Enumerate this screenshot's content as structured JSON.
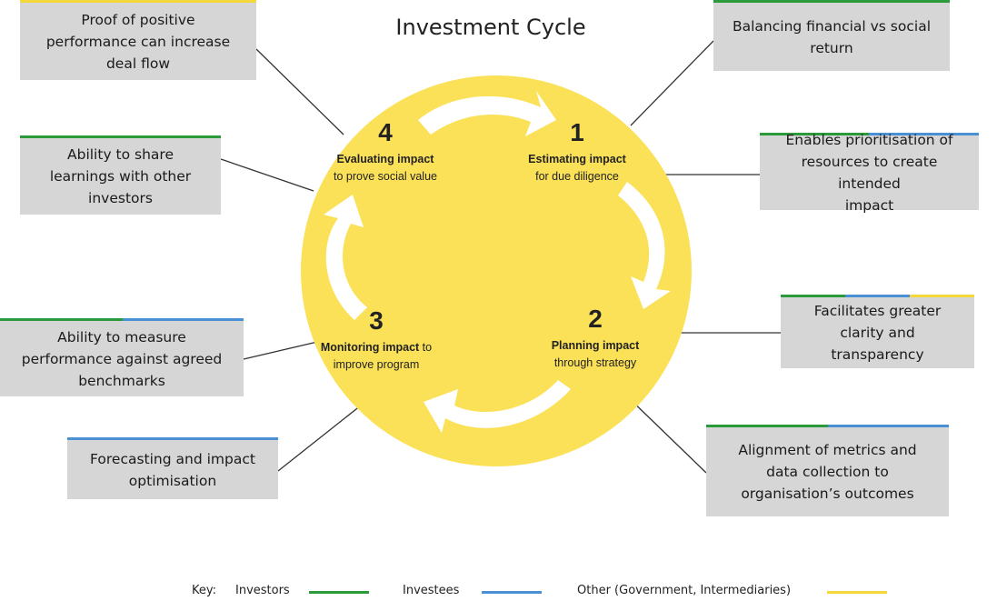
{
  "title": "Investment Cycle",
  "colors": {
    "investors": "#2a9a3a",
    "investees": "#4a90d4",
    "other": "#f2d83a",
    "circle": "#fbe158",
    "box": "#d6d6d6"
  },
  "stages": [
    {
      "number": "4",
      "label_bold": "Evaluating impact",
      "label_rest": "to prove social value"
    },
    {
      "number": "1",
      "label_bold": "Estimating impact",
      "label_rest": "for due diligence"
    },
    {
      "number": "3",
      "label_bold": "Monitoring impact",
      "label_rest": " to",
      "label_line2": "improve program"
    },
    {
      "number": "2",
      "label_bold": "Planning impact",
      "label_rest": "through strategy"
    }
  ],
  "boxes": {
    "proof": {
      "line1": "Proof of positive",
      "line2": "performance can increase",
      "line3": "deal flow"
    },
    "share": {
      "line1": "Ability to share",
      "line2": "learnings with other",
      "line3": "investors"
    },
    "measure": {
      "line1": "Ability to measure",
      "line2": "performance against agreed",
      "line3": "benchmarks"
    },
    "forecast": {
      "line1": "Forecasting and impact",
      "line2": "optimisation"
    },
    "balance": {
      "line1": "Balancing financial vs social",
      "line2": "return"
    },
    "prioritise": {
      "line1": "Enables prioritisation of",
      "line2": "resources to create intended",
      "line3": "impact"
    },
    "clarity": {
      "line1": "Facilitates greater",
      "line2": "clarity and",
      "line3": "transparency"
    },
    "alignment": {
      "line1": "Alignment of metrics and",
      "line2": "data collection to",
      "line3": "organisation’s outcomes"
    }
  },
  "key": {
    "label": "Key:",
    "investors": "Investors",
    "investees": "Investees",
    "other": "Other (Government, Intermediaries)"
  }
}
